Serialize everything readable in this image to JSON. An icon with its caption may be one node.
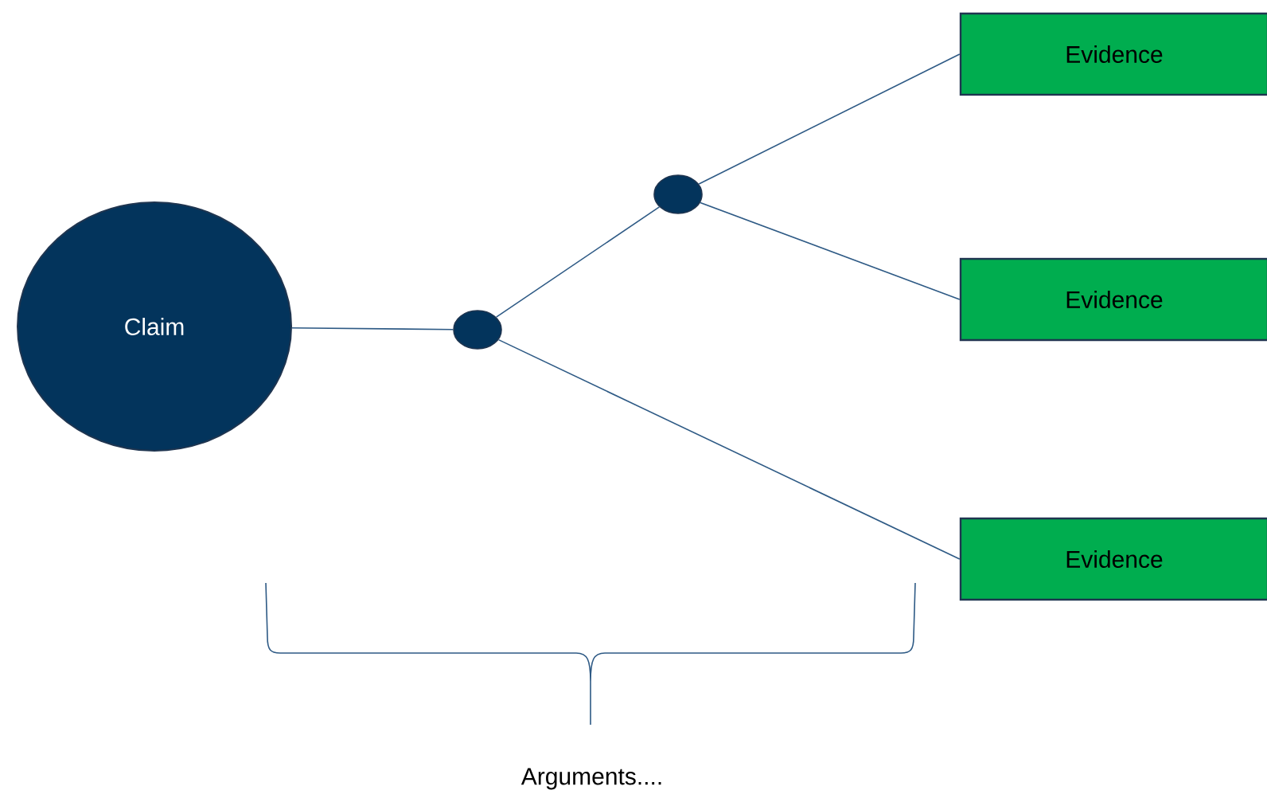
{
  "diagram": {
    "nodes": [
      {
        "text": [
          "Claim"
        ]
      },
      {
        "text": [],
        "shape": "circle"
      },
      {
        "text": [],
        "shape": "circle"
      },
      {
        "text": [
          "Evidence"
        ]
      },
      {
        "text": [
          "Evidence"
        ]
      },
      {
        "text": [
          "Evidence"
        ]
      }
    ],
    "edges": [
      {
        "from": 0,
        "to": 1,
        "arrow": "none"
      },
      {
        "from": 1,
        "to": 2,
        "arrow": "none"
      },
      {
        "from": 2,
        "to": 3,
        "arrow": "none"
      },
      {
        "from": 2,
        "to": 4,
        "arrow": "none"
      },
      {
        "from": 1,
        "to": 5,
        "arrow": "none"
      }
    ],
    "labels": [
      "Arguments...."
    ]
  }
}
